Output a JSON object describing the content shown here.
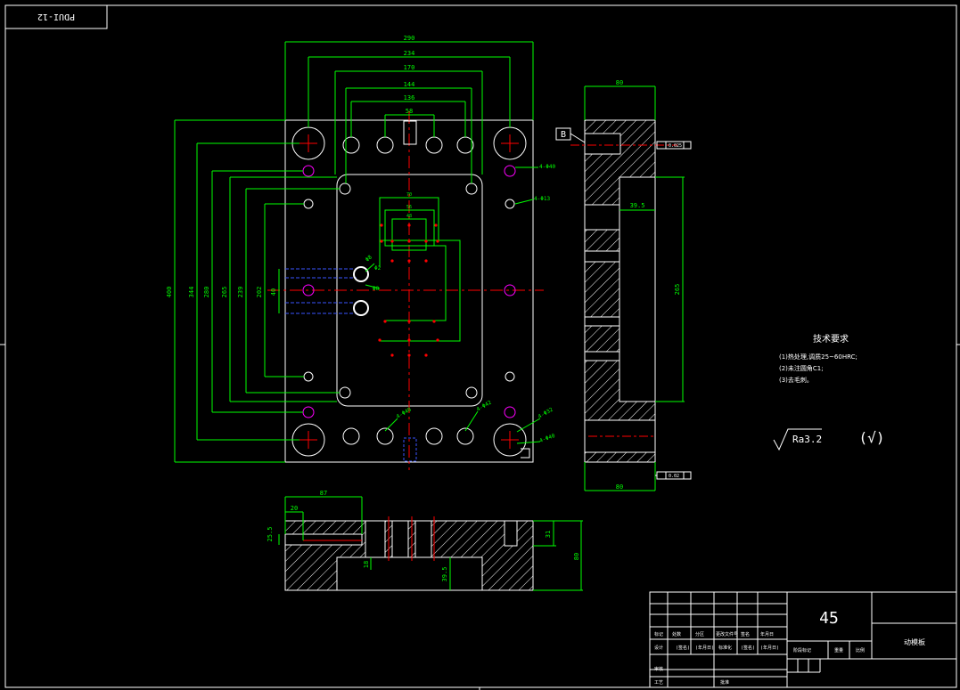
{
  "drawing_code": "PDUI-12",
  "material": "45",
  "part_name": "动模板",
  "datum_label": "B",
  "top_view": {
    "dim_widths": [
      "290",
      "234",
      "170",
      "144",
      "136",
      "58"
    ],
    "inner_widths": [
      "70",
      "56",
      "48"
    ],
    "dim_heights": [
      "400",
      "344",
      "280",
      "265",
      "239",
      "202",
      "40"
    ],
    "callouts": [
      "4-Φ40",
      "4-Φ13",
      "4-Φ32",
      "4-Φ40",
      "4-Φ40",
      "4-Φ42",
      "Φ8",
      "Φ2",
      "Φ8"
    ],
    "small_dims": [
      "70",
      "56"
    ]
  },
  "side_view": {
    "top_width": "80",
    "bottom_width": "80",
    "depth": "39.5",
    "pocket_height": "265",
    "tolerances": [
      "0.025",
      "0.02"
    ]
  },
  "section_view": {
    "width_87": "87",
    "width_20": "20",
    "height_25_5": "25.5",
    "thickness_31": "31",
    "total_80": "80",
    "dim_18": "18",
    "depth_39_5": "39.5"
  },
  "tech_requirements": {
    "title": "技术要求",
    "lines": [
      "(1)热处理,调质25~60HRC;",
      "(2)未注圆角C1;",
      "(3)去毛刺。"
    ]
  },
  "roughness": "Ra3.2",
  "roughness_other": "(√)",
  "title_block": {
    "labels": [
      "标记",
      "处数",
      "分区",
      "更改文件号",
      "签名",
      "年月日"
    ],
    "row2": [
      "设计",
      "(签名)",
      "(年月日)",
      "标准化",
      "(签名)",
      "(年月日)"
    ],
    "row3": [
      "审核"
    ],
    "row4": [
      "工艺",
      "批准"
    ],
    "stage": [
      "阶段标记",
      "重量",
      "比例"
    ]
  },
  "colors": {
    "outline": "#ffffff",
    "dimension": "#00ff00",
    "center": "#ff0000",
    "hidden": "#3a55ff",
    "hole_magenta": "#ff00ff"
  }
}
